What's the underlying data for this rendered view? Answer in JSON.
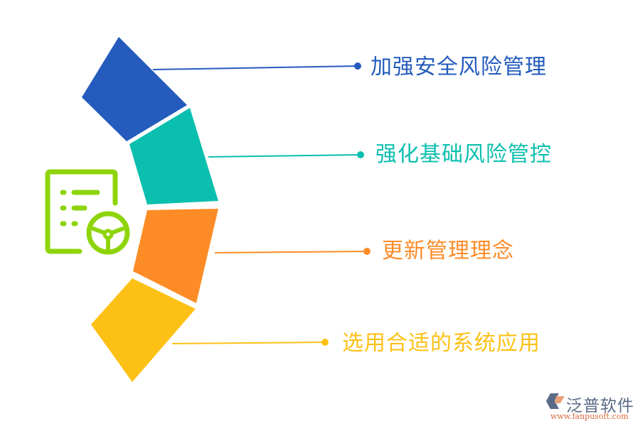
{
  "diagram": {
    "type": "segmented-arc-list",
    "items": [
      {
        "label": "加强安全风险管理",
        "color": "#245BBD"
      },
      {
        "label": "强化基础风险管控",
        "color": "#0BBFAE"
      },
      {
        "label": "更新管理理念",
        "color": "#FD8C27"
      },
      {
        "label": "选用合适的系统应用",
        "color": "#FDC116"
      }
    ],
    "center_icon": {
      "name": "document-steering-wheel-icon",
      "color": "#8ED40B"
    }
  },
  "watermark": {
    "name": "泛普软件",
    "url": "www.fanpusoft.com"
  }
}
